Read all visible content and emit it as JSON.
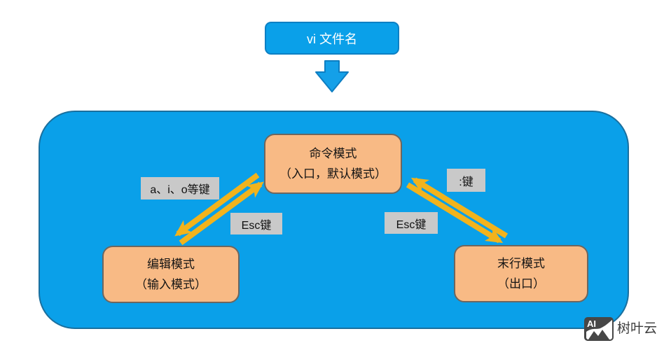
{
  "diagram": {
    "title_node": {
      "label": "vi 文件名"
    },
    "nodes": {
      "command": {
        "line1": "命令模式",
        "line2": "（入口，默认模式）"
      },
      "edit": {
        "line1": "编辑模式",
        "line2": "（输入模式）"
      },
      "lastline": {
        "line1": "末行模式",
        "line2": "（出口）"
      }
    },
    "edge_labels": {
      "aio": "a、i、o等键",
      "esc_left": "Esc键",
      "colon": ":键",
      "esc_right": "Esc键"
    },
    "colors": {
      "container_blue": "#0aa0e9",
      "container_border": "#1a6f9e",
      "node_orange": "#f8ba85",
      "node_border": "#6d665f",
      "label_gray": "#c9c9c9",
      "arrow_yellow": "#f2b31c",
      "start_node_blue": "#0aa0e9",
      "text_white": "#ffffff",
      "text_black": "#141414"
    }
  },
  "watermark": {
    "logo_text": "AI",
    "brand": "树叶云"
  }
}
